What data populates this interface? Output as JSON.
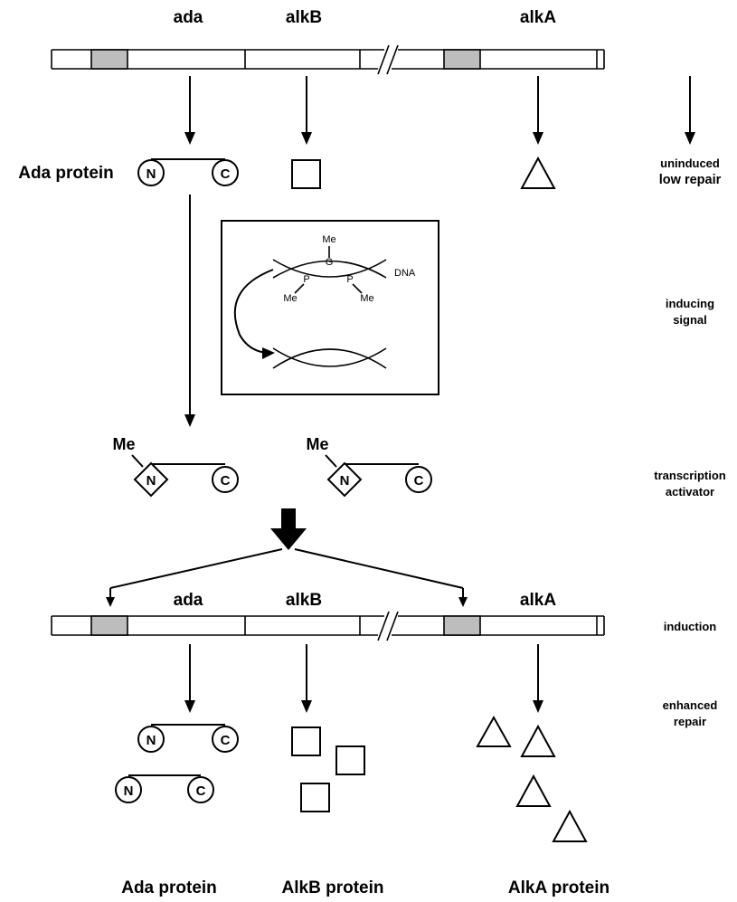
{
  "genes_top": {
    "ada": "ada",
    "alkB": "alkB",
    "alkA": "alkA"
  },
  "genes_bottom": {
    "ada": "ada",
    "alkB": "alkB",
    "alkA": "alkA"
  },
  "ada_protein_label": "Ada protein",
  "protein_marks": {
    "n": "N",
    "c": "C",
    "me": "Me"
  },
  "inset": {
    "me": "Me",
    "g": "G",
    "p": "P",
    "dna": "DNA"
  },
  "side_labels": {
    "uninduced": "uninduced",
    "low_repair": "low repair",
    "inducing": "inducing",
    "signal": "signal",
    "transcription": "transcription",
    "activator": "activator",
    "induction": "induction",
    "enhanced": "enhanced",
    "repair": "repair"
  },
  "bottom_labels": {
    "ada_protein": "Ada protein",
    "alkB_protein": "AlkB protein",
    "alkA_protein": "AlkA protein"
  }
}
